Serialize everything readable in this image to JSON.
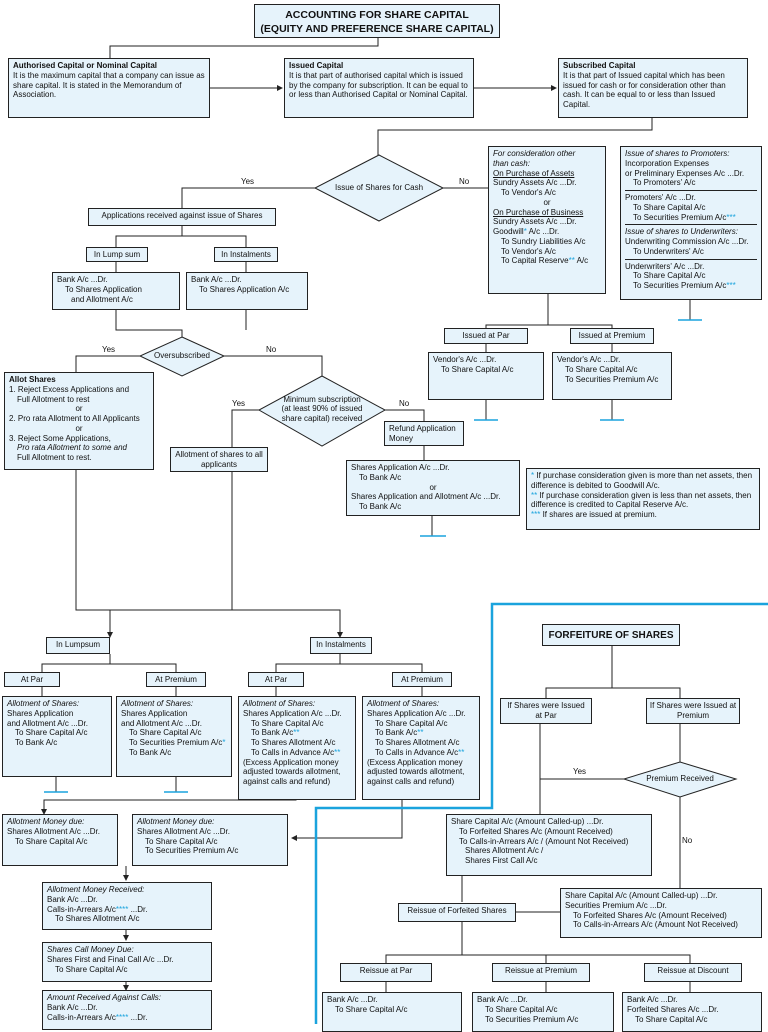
{
  "title": {
    "line1": "ACCOUNTING FOR SHARE CAPITAL",
    "line2": "(EQUITY AND PREFERENCE SHARE CAPITAL)"
  },
  "capital_types": {
    "authorised": {
      "heading": "Authorised Capital or Nominal Capital",
      "text": "It is the maximum capital that a company can issue as share capital. It is stated in the Memorandum of Association."
    },
    "issued": {
      "heading": "Issued Capital",
      "text": "It is that part of authorised capital which is issued by the company for subscription. It can be equal to or less than Authorised Capital or Nominal Capital."
    },
    "subscribed": {
      "heading": "Subscribed Capital",
      "text": "It is that part of Issued capital which has been issued for cash or for consideration other than cash. It can be equal to or less than Issued Capital."
    }
  },
  "labels": {
    "yes": "Yes",
    "no": "No",
    "issue_for_cash": "Issue of Shares for Cash",
    "applications_received": "Applications received against issue of Shares",
    "in_lump_sum": "In Lump sum",
    "in_instalments": "In Instalments",
    "oversubscribed": "Oversubscribed",
    "minimum_subscription": "Minimum subscription (at least 90% of issued share capital) received",
    "allotment_all": "Allotment of shares to all applicants",
    "refund_money": "Refund Application Money",
    "issued_at_par": "Issued at Par",
    "issued_at_premium": "Issued at Premium",
    "in_lumpsum_2": "In Lumpsum",
    "in_instalments_2": "In Instalments",
    "at_par": "At Par",
    "at_premium": "At Premium",
    "forfeiture": "FORFEITURE OF SHARES",
    "issued_par_forfeit": "If Shares were Issued at Par",
    "issued_premium_forfeit": "If Shares were Issued at Premium",
    "premium_received": "Premium Received",
    "reissue_forfeited": "Reissue of Forfeited Shares",
    "reissue_par": "Reissue at Par",
    "reissue_premium": "Reissue at Premium",
    "reissue_discount": "Reissue at Discount"
  },
  "entries": {
    "lump_sum": [
      "Bank A/c                               ...Dr.",
      "To Shares Application",
      "and Allotment A/c"
    ],
    "instalments": [
      "Bank A/c                               ...Dr.",
      "To Shares Application A/c"
    ],
    "allot_shares": {
      "heading": "Allot Shares",
      "lines": [
        "1. Reject Excess Applications and",
        "Full Allotment to rest",
        "or",
        "2. Pro rata Allotment to All Applicants",
        "or",
        "3. Reject Some Applications,",
        "Pro rata Allotment to some and",
        "Full Allotment to rest."
      ]
    },
    "refund": [
      "Shares Application A/c                                  ...Dr.",
      "To Bank A/c",
      "or",
      "Shares Application and Allotment A/c      ...Dr.",
      "To Bank A/c"
    ],
    "other_than_cash": [
      "For consideration other",
      "than cash:",
      "On Purchase of Assets",
      "Sundry Assets A/c              ...Dr.",
      "To Vendor's A/c",
      "or",
      "On Purchase of Business",
      "Sundry Assets A/c              ...Dr.",
      "Goodwill* A/c                     ...Dr.",
      "To Sundry Liabilities A/c",
      "To Vendor's A/c",
      "To Capital Reserve** A/c"
    ],
    "promoters": [
      "Issue of shares to Promoters:",
      "Incorporation Expenses",
      "or Preliminary Expenses A/c    ...Dr.",
      "To Promoters' A/c",
      "Promoters' A/c                        ...Dr.",
      "To Share Capital A/c",
      "To Securities Premium A/c***",
      "Issue of shares to Underwriters:",
      "Underwriting Commission A/c  ...Dr.",
      "To Underwriters' A/c",
      "Underwriters' A/c                    ...Dr.",
      "To Share Capital A/c",
      "To Securities Premium A/c***"
    ],
    "vendor_par": [
      "Vendor's A/c                        ...Dr.",
      "To Share Capital A/c"
    ],
    "vendor_premium": [
      "Vendor's A/c                    ...Dr.",
      "To Share Capital A/c",
      "To Securities Premium A/c"
    ],
    "notes": [
      "* If purchase consideration given is more than net assets, then difference is debited to Goodwill A/c.",
      "** If purchase consideration given is less than net assets, then difference is credited to Capital Reserve A/c.",
      "*** If shares are issued at premium."
    ],
    "lump_par": [
      "Allotment of Shares:",
      "Shares Application",
      "and Allotment A/c      ...Dr.",
      "To Share Capital A/c",
      "To Bank A/c"
    ],
    "lump_premium": [
      "Allotment of Shares:",
      "Shares Application",
      "and Allotment A/c      ...Dr.",
      "To Share Capital A/c",
      "To Securities Premium A/c*",
      "To Bank A/c"
    ],
    "inst_par": [
      "Allotment of Shares:",
      "Shares Application A/c    ...Dr.",
      "To Share Capital A/c",
      "To Bank A/c**",
      "To Shares Allotment A/c",
      "To Calls in Advance A/c**",
      "(Excess Application money",
      "adjusted towards allotment,",
      "against calls and refund)"
    ],
    "inst_premium": [
      "Allotment of Shares:",
      "Shares Application A/c    ...Dr.",
      "To Share Capital A/c",
      "To Bank A/c**",
      "To Shares Allotment A/c",
      "To Calls in Advance A/c**",
      "(Excess Application money",
      "adjusted towards allotment,",
      "against calls and refund)"
    ],
    "allot_due_par": [
      "Allotment Money due:",
      "Shares Allotment A/c     ...Dr.",
      "To Share Capital A/c"
    ],
    "allot_due_premium": [
      "Allotment Money due:",
      "Shares Allotment A/c                         ...Dr.",
      "To Share Capital A/c",
      "To Securities Premium A/c"
    ],
    "allot_received": [
      "Allotment Money Received:",
      "Bank A/c                                                    ...Dr.",
      "Calls-in-Arrears A/c****                           ...Dr.",
      "To Shares Allotment A/c"
    ],
    "call_due": [
      "Shares Call Money Due:",
      "Shares First and Final Call A/c             ...Dr.",
      "To Share Capital A/c"
    ],
    "calls_received": [
      "Amount Received Against Calls:",
      "Bank A/c                                                    ...Dr.",
      "Calls-in-Arrears A/c****                           ...Dr."
    ],
    "forfeit_par": [
      "Share Capital A/c (Amount Called-up)                    ...Dr.",
      "To Forfeited Shares A/c           (Amount Received)",
      "To Calls-in-Arrears A/c /      (Amount Not Received)",
      "Shares Allotment A/c /",
      "Shares First Call A/c"
    ],
    "forfeit_premium": [
      "Share Capital A/c (Amount Called-up)                     ...Dr.",
      "Securities Premium A/c                                          ...Dr.",
      "To Forfeited Shares A/c                       (Amount Received)",
      "To Calls-in-Arrears A/c                 (Amount Not Received)"
    ],
    "reissue_par_entry": [
      "Bank A/c                                  ...Dr.",
      "To Share Capital A/c"
    ],
    "reissue_premium_entry": [
      "Bank A/c                                 ...Dr.",
      "To Share Capital A/c",
      "To Securities Premium A/c"
    ],
    "reissue_discount_entry": [
      "Bank A/c                                  ...Dr.",
      "Forfeited Shares A/c                ...Dr.",
      "To Share Capital A/c"
    ]
  },
  "colors": {
    "box_fill": "#e6f3fb",
    "accent": "#1aa3dd",
    "line": "#222222"
  }
}
